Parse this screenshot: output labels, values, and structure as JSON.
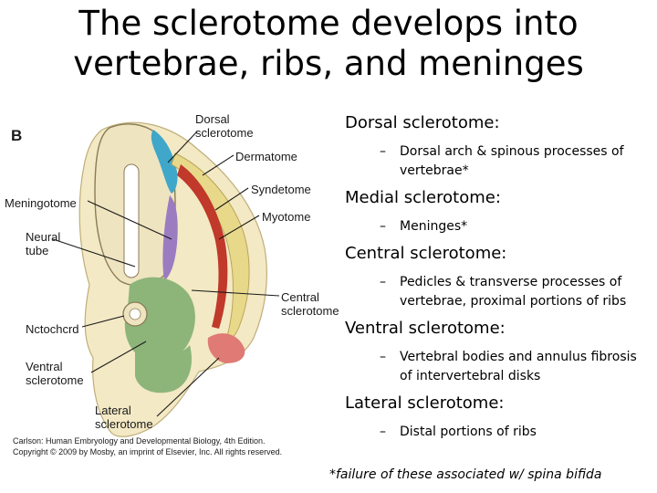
{
  "slide": {
    "title_line1": "The sclerotome develops into",
    "title_line2": "vertebrae, ribs, and meninges"
  },
  "figure": {
    "panel_letter": "B",
    "labels": {
      "dorsal_sclerotome_1": "Dorsal",
      "dorsal_sclerotome_2": "sclerotome",
      "dermatome": "Dermatome",
      "syndetome": "Syndetome",
      "myotome": "Myotome",
      "meningotome": "Meningotome",
      "neural_tube_1": "Neural",
      "neural_tube_2": "tube",
      "central_sclerotome_1": "Central",
      "central_sclerotome_2": "sclerotome",
      "notochord": "Nctochcrd",
      "ventral_sclerotome_1": "Ventral",
      "ventral_sclerotome_2": "sclerotome",
      "lateral_sclerotome_1": "Lateral",
      "lateral_sclerotome_2": "sclerotome"
    },
    "credit_line1": "Carlson: Human Embryology and Developmental Biology, 4th Edition.",
    "credit_line2": "Copyright © 2009 by Mosby, an imprint of Elsevier, Inc. All rights reserved.",
    "colors": {
      "dorsal": "#3fa7c9",
      "dermatome": "#e8d98a",
      "myotome": "#c0392b",
      "meningotome": "#9b7cc1",
      "central": "#8db57a",
      "lateral": "#e07a74",
      "mesenchyme": "#f3e9c4"
    }
  },
  "bullets": [
    {
      "heading": "Dorsal sclerotome:",
      "detail": "Dorsal arch & spinous processes of vertebrae*"
    },
    {
      "heading": "Medial sclerotome:",
      "detail": "Meninges*"
    },
    {
      "heading": "Central sclerotome:",
      "detail": "Pedicles & transverse processes of vertebrae, proximal portions of ribs"
    },
    {
      "heading": "Ventral sclerotome:",
      "detail": "Vertebral bodies and annulus fibrosis of intervertebral disks"
    },
    {
      "heading": "Lateral sclerotome:",
      "detail": "Distal portions of ribs"
    }
  ],
  "footnote": "*failure of these associated w/ spina bifida"
}
